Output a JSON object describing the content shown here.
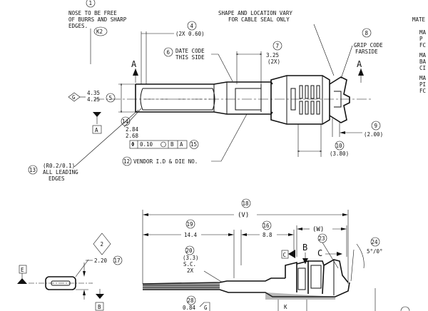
{
  "notes": {
    "n1": {
      "id": "1",
      "text": [
        "NOSE TO BE FREE",
        "OF BURRS AND SHARP",
        "EDGES."
      ],
      "ref": "K2"
    },
    "n4": {
      "id": "4",
      "text": "(2X 0.60)"
    },
    "n6": {
      "id": "6",
      "text": [
        "DATE CODE",
        "THIS SIDE"
      ]
    },
    "n7": {
      "id": "7",
      "text": [
        "3.25",
        "(2X)"
      ]
    },
    "seal": {
      "text": [
        "SHAPE AND LOCATION VARY",
        "FOR CABLE SEAL ONLY"
      ]
    },
    "n8": {
      "id": "8",
      "text": [
        "GRIP CODE",
        "FARSIDE"
      ]
    },
    "n5": {
      "datum": "G",
      "text": [
        "4.35",
        "4.25"
      ],
      "id": "5"
    },
    "datumA": "A",
    "n14": {
      "id": "14",
      "text": [
        "2.84",
        "2.68"
      ]
    },
    "fcf": {
      "sym": "Φ",
      "tol": "0.10",
      "ref1": "B",
      "ref2": "A",
      "id": "15"
    },
    "n12": {
      "id": "12",
      "text": "VENDOR I.D & DIE NO."
    },
    "n13": {
      "id": "13",
      "text": [
        "(R0.2/0.1)",
        "ALL LEADING",
        "EDGES"
      ]
    },
    "n9": {
      "id": "9",
      "text": "(2.00)"
    },
    "n10": {
      "id": "10",
      "text": "(3.80)"
    },
    "n18": {
      "id": "18",
      "text": "(V)"
    },
    "n19": {
      "id": "19",
      "text": "14.4"
    },
    "n16": {
      "id": "16",
      "text": "8.8"
    },
    "w": "(W)",
    "n23": {
      "id": "23"
    },
    "n24": {
      "id": "24",
      "text": "5°/0°"
    },
    "n20": {
      "id": "20",
      "text": [
        "(3.3)",
        "S.C.",
        "2X"
      ]
    },
    "n2": {
      "id": "2"
    },
    "n17": {
      "id": "17",
      "text": "2.20"
    },
    "datumE": "E",
    "datumB": "B",
    "datumC": "C",
    "n28": {
      "id": "28",
      "text": "0.84",
      "ref": "G"
    },
    "sectionA": "A",
    "letterK": "K",
    "edgeText": [
      "MATE",
      "MA",
      "P",
      "FC",
      "MA",
      "BA",
      "CI",
      "MA",
      "PI",
      "FC"
    ]
  }
}
